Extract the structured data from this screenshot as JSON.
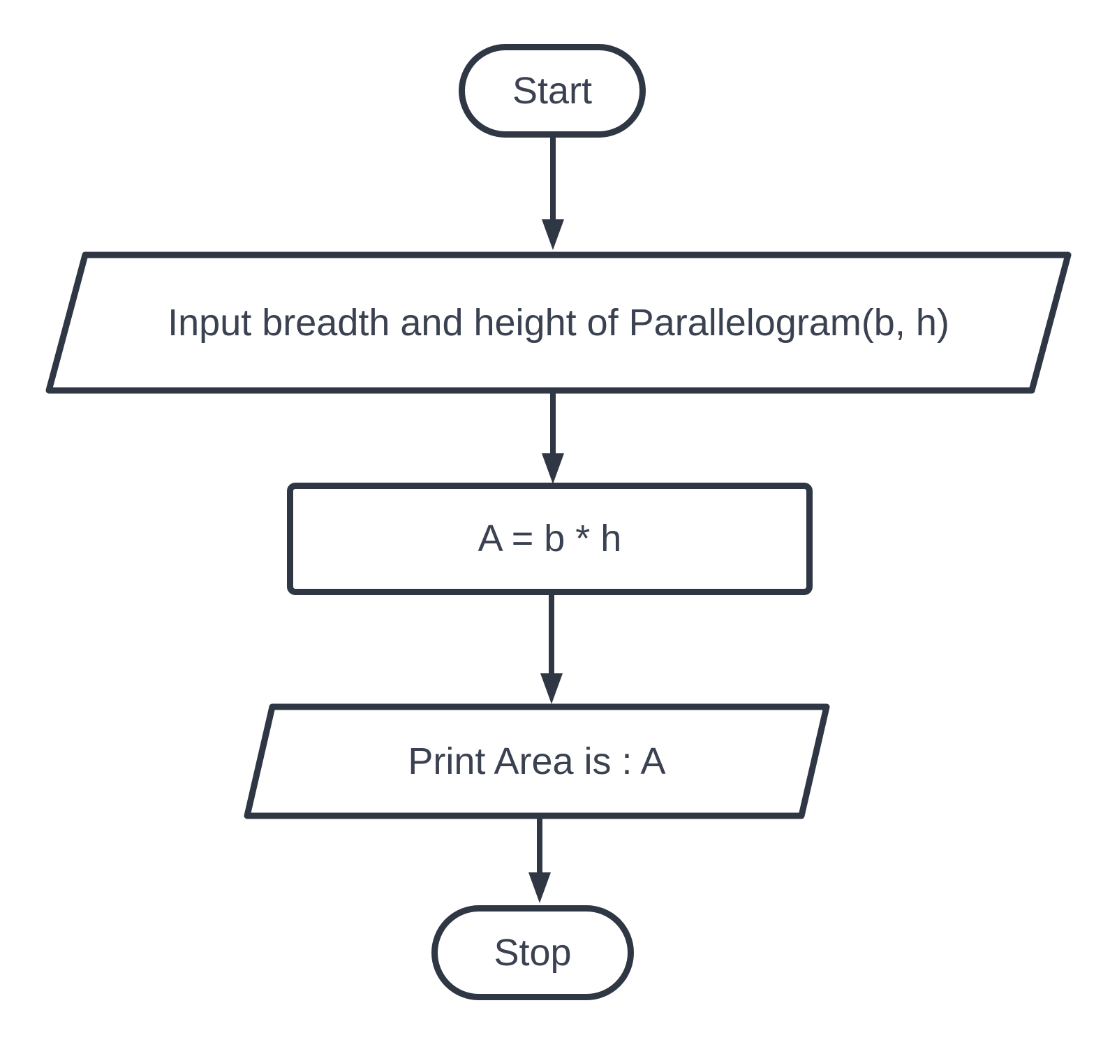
{
  "diagram": {
    "type": "flowchart",
    "orientation": "top-down",
    "colors": {
      "stroke": "#2f3744",
      "text": "#3a4150",
      "background": "#ffffff"
    },
    "nodes": {
      "start": {
        "label": "Start",
        "shape": "terminator"
      },
      "input": {
        "label": "Input breadth and height of Parallelogram(b, h)",
        "shape": "parallelogram-io"
      },
      "process": {
        "label": "A = b * h",
        "shape": "rectangle-process"
      },
      "output": {
        "label": "Print Area is : A",
        "shape": "parallelogram-io"
      },
      "stop": {
        "label": "Stop",
        "shape": "terminator"
      }
    },
    "connectors": [
      {
        "from": "start",
        "to": "input",
        "direction": "down"
      },
      {
        "from": "input",
        "to": "process",
        "direction": "down"
      },
      {
        "from": "process",
        "to": "output",
        "direction": "down"
      },
      {
        "from": "output",
        "to": "stop",
        "direction": "down"
      }
    ]
  }
}
